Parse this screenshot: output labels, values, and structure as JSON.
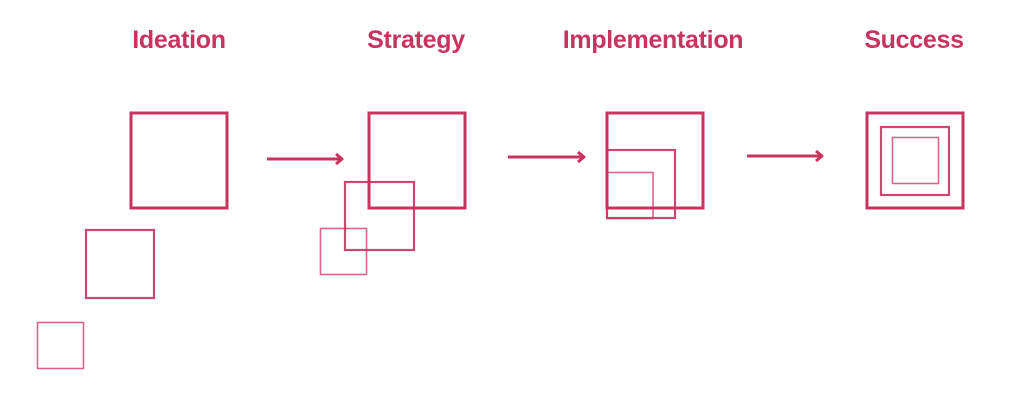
{
  "colors": {
    "accent": "#c8345e"
  },
  "stages": [
    {
      "label": "Ideation"
    },
    {
      "label": "Strategy"
    },
    {
      "label": "Implementation"
    },
    {
      "label": "Success"
    }
  ]
}
